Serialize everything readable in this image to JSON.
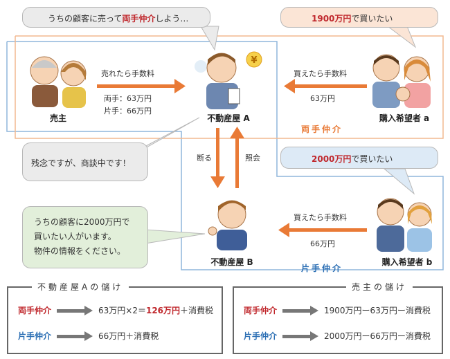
{
  "bubbles": {
    "agent_a_thought": {
      "pre": "うちの顧客に売って",
      "emph": "両手仲介",
      "post": "しよう…"
    },
    "buyer_a_want": {
      "emph": "1900万円",
      "post": "で買いたい"
    },
    "buyer_b_want": {
      "emph": "2000万円",
      "post": "で買いたい"
    },
    "agent_a_reply": "残念ですが、商談中です！",
    "agent_b_request": [
      "うちの顧客に2000万円で",
      "買いたい人がいます。",
      "物件の情報をください。"
    ]
  },
  "labels": {
    "seller": "売主",
    "agent_a": "不動産屋 A",
    "agent_b": "不動産屋 B",
    "buyer_a": "購入希望者 a",
    "buyer_b": "購入希望者 b",
    "yen_symbol": "¥"
  },
  "flows": {
    "seller_fee_title": "売れたら手数料",
    "seller_fee_both": "両手：63万円",
    "seller_fee_one": "片手：66万円",
    "buyer_a_fee_title": "買えたら手数料",
    "buyer_a_fee_value": "63万円",
    "buyer_b_fee_title": "買えたら手数料",
    "buyer_b_fee_value": "66万円",
    "refuse": "断る",
    "inquiry": "照会"
  },
  "deal_types": {
    "both_hands": "両手仲介",
    "one_hand": "片手仲介"
  },
  "summary_agent": {
    "title": "不動産屋Aの儲け",
    "rows": [
      {
        "label": "両手仲介",
        "pre": "63万円×2＝",
        "emph": "126万円",
        "post": "＋消費税"
      },
      {
        "label": "片手仲介",
        "pre": "66万円＋消費税",
        "emph": "",
        "post": ""
      }
    ]
  },
  "summary_seller": {
    "title": "売主の儲け",
    "rows": [
      {
        "label": "両手仲介",
        "value": "1900万円ー63万円ー消費税"
      },
      {
        "label": "片手仲介",
        "value": "2000万円ー66万円ー消費税"
      }
    ]
  },
  "colors": {
    "orange": "#e97a36",
    "blue_line": "#8fb6dc",
    "orange_line": "#f2b98f",
    "red": "#c0282d",
    "blue": "#2c6fb4",
    "green": "#2f9a49"
  }
}
